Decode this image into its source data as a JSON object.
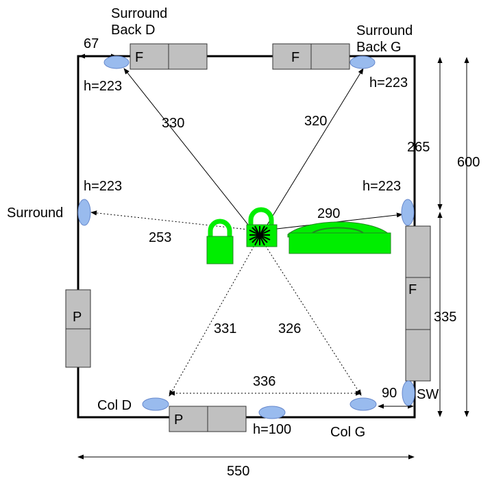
{
  "colors": {
    "wall": "#000000",
    "speaker_fill": "#99bbee",
    "speaker_stroke": "#6688cc",
    "furniture_fill": "#c0c0c0",
    "furniture_stroke": "#333333",
    "listener_green": "#00ee00",
    "listener_stroke": "#228822"
  },
  "speakers": {
    "surround_back_d": "Surround\nBack D",
    "surround_back_g": "Surround\nBack G",
    "surround": "Surround",
    "col_d": "Col D",
    "col_g": "Col G",
    "sw": "SW"
  },
  "heights": {
    "back_d": "h=223",
    "back_g": "h=223",
    "surround_left": "h=223",
    "surround_right": "h=223",
    "center": "h=100"
  },
  "furniture": {
    "back_left_label": "F",
    "back_right_label": "F",
    "right_wall_label": "F",
    "left_wall_label": "P",
    "front_label": "P"
  },
  "dimensions": {
    "corner_offset": "67",
    "right_top": "265",
    "total_height": "600",
    "right_bottom": "335",
    "sw_offset": "90",
    "width": "550"
  },
  "distances": {
    "to_back_d": "330",
    "to_back_g": "320",
    "to_surround_left": "253",
    "to_surround_right": "290",
    "to_col_d": "331",
    "to_col_g": "326",
    "col_d_to_col_g": "336"
  }
}
